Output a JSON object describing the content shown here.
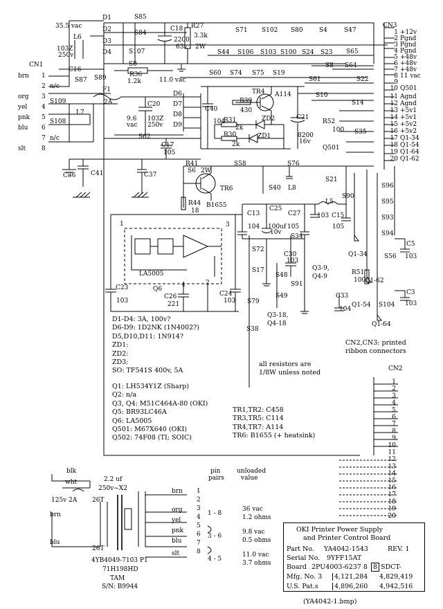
{
  "connectors": {
    "cn1": {
      "name": "CN1",
      "pins": [
        {
          "n": "1",
          "wire": "brn"
        },
        {
          "n": "2",
          "wire": "n/c"
        },
        {
          "n": "3",
          "wire": "org"
        },
        {
          "n": "4",
          "wire": "yel"
        },
        {
          "n": "5",
          "wire": "pnk"
        },
        {
          "n": "6",
          "wire": "blu"
        },
        {
          "n": "7",
          "wire": "n/c"
        },
        {
          "n": "8",
          "wire": "slt"
        }
      ]
    },
    "cn3": {
      "name": "CN3",
      "pins": [
        {
          "n": "1",
          "sig": "+12v"
        },
        {
          "n": "2",
          "sig": "Pgnd"
        },
        {
          "n": "3",
          "sig": "Pgnd"
        },
        {
          "n": "4",
          "sig": "Pgnd"
        },
        {
          "n": "5",
          "sig": "+48v"
        },
        {
          "n": "6",
          "sig": "+48v"
        },
        {
          "n": "7",
          "sig": "+48v"
        },
        {
          "n": "8",
          "sig": "11 vac"
        },
        {
          "n": "9",
          "sig": ""
        },
        {
          "n": "10",
          "sig": "Q501"
        },
        {
          "n": "11",
          "sig": "Agnd"
        },
        {
          "n": "12",
          "sig": "Agnd"
        },
        {
          "n": "13",
          "sig": "+5v1"
        },
        {
          "n": "14",
          "sig": "+5v1"
        },
        {
          "n": "15",
          "sig": "+5v2"
        },
        {
          "n": "16",
          "sig": "+5v2"
        },
        {
          "n": "17",
          "sig": "Q1-34"
        },
        {
          "n": "18",
          "sig": "Q1-54"
        },
        {
          "n": "19",
          "sig": "Q1-64"
        },
        {
          "n": "20",
          "sig": "Q1-62"
        }
      ]
    },
    "cn2": {
      "name": "CN2",
      "pins": [
        "1",
        "2",
        "3",
        "4",
        "5",
        "6",
        "7",
        "8",
        "9",
        "10",
        "11",
        "12",
        "13",
        "14",
        "15",
        "16",
        "17",
        "18",
        "19",
        "20"
      ]
    }
  },
  "labels": [
    {
      "id": "D1",
      "t": "D1"
    },
    {
      "id": "D2",
      "t": "D2"
    },
    {
      "id": "D3",
      "t": "D3"
    },
    {
      "id": "D4",
      "t": "D4"
    },
    {
      "id": "S85",
      "t": "S85"
    },
    {
      "id": "S84",
      "t": "S84"
    },
    {
      "id": "S107",
      "t": "S107"
    },
    {
      "id": "S0",
      "t": "S0"
    },
    {
      "id": "v355",
      "t": "35.5 vac"
    },
    {
      "id": "L6",
      "t": "L6"
    },
    {
      "id": "c1032",
      "t": "103Z"
    },
    {
      "id": "c250",
      "t": "250v"
    },
    {
      "id": "C16",
      "t": "C16"
    },
    {
      "id": "S87",
      "t": "S87"
    },
    {
      "id": "S89",
      "t": "S89"
    },
    {
      "id": "C18",
      "t": "C18"
    },
    {
      "id": "c2200",
      "t": "2200"
    },
    {
      "id": "c63",
      "t": "63v"
    },
    {
      "id": "R27",
      "t": "R27"
    },
    {
      "id": "r33",
      "t": "3.3k"
    },
    {
      "id": "r2w",
      "t": "2W"
    },
    {
      "id": "S71",
      "t": "S71"
    },
    {
      "id": "S102",
      "t": "S102"
    },
    {
      "id": "S80",
      "t": "S80"
    },
    {
      "id": "S4",
      "t": "S4"
    },
    {
      "id": "S47",
      "t": "S47"
    },
    {
      "id": "S44",
      "t": "S44"
    },
    {
      "id": "S106",
      "t": "S106"
    },
    {
      "id": "S103",
      "t": "S103"
    },
    {
      "id": "S100",
      "t": "S100"
    },
    {
      "id": "S24",
      "t": "S24"
    },
    {
      "id": "S23",
      "t": "S23"
    },
    {
      "id": "S65",
      "t": "S65"
    },
    {
      "id": "S8",
      "t": "S8"
    },
    {
      "id": "S64",
      "t": "S64"
    },
    {
      "id": "R36",
      "t": "R36"
    },
    {
      "id": "r12k",
      "t": "1.2k"
    },
    {
      "id": "v11",
      "t": "11.0 vac"
    },
    {
      "id": "S60",
      "t": "S60"
    },
    {
      "id": "S74",
      "t": "S74"
    },
    {
      "id": "S75",
      "t": "S75"
    },
    {
      "id": "S19",
      "t": "S19"
    },
    {
      "id": "S61",
      "t": "S61"
    },
    {
      "id": "S22",
      "t": "S22"
    },
    {
      "id": "S10",
      "t": "S10"
    },
    {
      "id": "S14",
      "t": "S14"
    },
    {
      "id": "F1",
      "t": "F1"
    },
    {
      "id": "f2a",
      "t": "2A"
    },
    {
      "id": "S109",
      "t": "S109"
    },
    {
      "id": "S108",
      "t": "S108"
    },
    {
      "id": "L7",
      "t": "L7"
    },
    {
      "id": "C20",
      "t": "C20"
    },
    {
      "id": "v96",
      "t": "9.6"
    },
    {
      "id": "vac",
      "t": "vac"
    },
    {
      "id": "c103Z",
      "t": "103Z"
    },
    {
      "id": "c250v",
      "t": "250v"
    },
    {
      "id": "D6",
      "t": "D6"
    },
    {
      "id": "D7",
      "t": "D7"
    },
    {
      "id": "D8",
      "t": "D8"
    },
    {
      "id": "D9",
      "t": "D9"
    },
    {
      "id": "C40",
      "t": "C40"
    },
    {
      "id": "c104",
      "t": "104"
    },
    {
      "id": "TR4",
      "t": "TR4"
    },
    {
      "id": "A114",
      "t": "A114"
    },
    {
      "id": "R39",
      "t": "R39"
    },
    {
      "id": "r430",
      "t": "430"
    },
    {
      "id": "R31",
      "t": "R31"
    },
    {
      "id": "r2k",
      "t": "2k"
    },
    {
      "id": "ZD2",
      "t": "ZD2"
    },
    {
      "id": "R30",
      "t": "R30"
    },
    {
      "id": "r2k2",
      "t": "2k"
    },
    {
      "id": "ZD1",
      "t": "ZD1"
    },
    {
      "id": "C21",
      "t": "C21"
    },
    {
      "id": "c8200",
      "t": "8200"
    },
    {
      "id": "c16v",
      "t": "16v"
    },
    {
      "id": "S62",
      "t": "S62"
    },
    {
      "id": "C17",
      "t": "C17"
    },
    {
      "id": "c105",
      "t": "105"
    },
    {
      "id": "R52",
      "t": "R52"
    },
    {
      "id": "r100",
      "t": "100"
    },
    {
      "id": "Q501",
      "t": "Q501"
    },
    {
      "id": "S35",
      "t": "S35"
    },
    {
      "id": "C36",
      "t": "C36"
    },
    {
      "id": "C41",
      "t": "C41"
    },
    {
      "id": "C37",
      "t": "C37"
    },
    {
      "id": "R41",
      "t": "R41"
    },
    {
      "id": "S6",
      "t": "S6"
    },
    {
      "id": "r2W",
      "t": "2W"
    },
    {
      "id": "S58",
      "t": "S58"
    },
    {
      "id": "S76",
      "t": "S76"
    },
    {
      "id": "TR6",
      "t": "TR6"
    },
    {
      "id": "R44",
      "t": "R44"
    },
    {
      "id": "r18",
      "t": "18"
    },
    {
      "id": "B1655",
      "t": "B1655"
    },
    {
      "id": "S40",
      "t": "S40"
    },
    {
      "id": "L8",
      "t": "L8"
    },
    {
      "id": "S21",
      "t": "S21"
    },
    {
      "id": "C13",
      "t": "C13"
    },
    {
      "id": "C25",
      "t": "C25"
    },
    {
      "id": "C27",
      "t": "C27"
    },
    {
      "id": "c104b",
      "t": "104"
    },
    {
      "id": "c100uf",
      "t": "100uf"
    },
    {
      "id": "c10v",
      "t": "10v"
    },
    {
      "id": "c105b",
      "t": "105"
    },
    {
      "id": "L5",
      "t": "L5"
    },
    {
      "id": "c103a",
      "t": "103"
    },
    {
      "id": "C15",
      "t": "C15"
    },
    {
      "id": "c105c",
      "t": "105"
    },
    {
      "id": "S90",
      "t": "S90"
    },
    {
      "id": "S96",
      "t": "S96"
    },
    {
      "id": "S95",
      "t": "S95"
    },
    {
      "id": "S93",
      "t": "S93"
    },
    {
      "id": "S94",
      "t": "S94"
    },
    {
      "id": "S34",
      "t": "S34"
    },
    {
      "id": "S72",
      "t": "S72"
    },
    {
      "id": "S17",
      "t": "S17"
    },
    {
      "id": "C30",
      "t": "C30"
    },
    {
      "id": "c103b",
      "t": "103"
    },
    {
      "id": "S48",
      "t": "S48"
    },
    {
      "id": "S91",
      "t": "S91"
    },
    {
      "id": "S49",
      "t": "S49"
    },
    {
      "id": "Q39",
      "t": "Q3-9,"
    },
    {
      "id": "Q49",
      "t": "Q4-9"
    },
    {
      "id": "Q318",
      "t": "Q3-18,"
    },
    {
      "id": "Q418",
      "t": "Q4-18"
    },
    {
      "id": "Q134",
      "t": "Q1-34"
    },
    {
      "id": "C5",
      "t": "C5"
    },
    {
      "id": "S56",
      "t": "S56"
    },
    {
      "id": "c103c",
      "t": "103"
    },
    {
      "id": "R51",
      "t": "R51"
    },
    {
      "id": "r100b",
      "t": "100"
    },
    {
      "id": "Q162",
      "t": "Q1-62"
    },
    {
      "id": "C33",
      "t": "C33"
    },
    {
      "id": "c104c",
      "t": "104"
    },
    {
      "id": "Q154",
      "t": "Q1-54"
    },
    {
      "id": "S104",
      "t": "S104"
    },
    {
      "id": "C3",
      "t": "C3"
    },
    {
      "id": "c103d",
      "t": "103"
    },
    {
      "id": "Q164",
      "t": "Q1-64"
    },
    {
      "id": "LA5005",
      "t": "LA5005"
    },
    {
      "id": "Q6",
      "t": "Q6"
    },
    {
      "id": "C23",
      "t": "C23"
    },
    {
      "id": "c103e",
      "t": "103"
    },
    {
      "id": "C26",
      "t": "C26"
    },
    {
      "id": "c221",
      "t": "221"
    },
    {
      "id": "C24",
      "t": "C24"
    },
    {
      "id": "c103f",
      "t": "103"
    },
    {
      "id": "S79",
      "t": "S79"
    },
    {
      "id": "S38",
      "t": "S38"
    },
    {
      "id": "p1",
      "t": "1"
    },
    {
      "id": "p2",
      "t": "2"
    },
    {
      "id": "p3",
      "t": "3"
    },
    {
      "id": "p4",
      "t": "4"
    }
  ],
  "parts_notes": [
    "D1-D4:  3A, 100v?",
    "D6-D9:  1D2NK (1N4002?)",
    "D5,D10,D11:  1N914?",
    "ZD1:",
    "ZD2:",
    "ZD3:",
    "SO:  TF541S 400v, 5A"
  ],
  "ic_notes": [
    "Q1:  LH534Y1Z (Sharp)",
    "Q2:  n/a",
    "Q3, Q4:  M51C464A-80 (OKI)",
    "Q5:  BR93LC46A",
    "Q6:  LA5005",
    "Q501:  M67X640 (OKI)",
    "Q502:  74F08 (TI; SOIC)"
  ],
  "tr_notes": [
    "TR1,TR2:  C458",
    "TR3,TR5:  C114",
    "TR4,TR7:  A114",
    "TR6:  B1655  (+ heatsink)"
  ],
  "resistor_note": [
    "all resistors are",
    "1/8W unless noted"
  ],
  "printed_note": [
    "CN2,CN3:  printed",
    "ribbon connectors"
  ],
  "transformer": {
    "blk": "blk",
    "wht": "wht",
    "fuse": "125v 2A",
    "cap1": "2.2 uf",
    "cap2": "250v~X2",
    "coil": "26T",
    "brn": "brn",
    "blu": "blu",
    "part": "4YB4049-7103  P1",
    "code": "71H198HD",
    "mfr": "TAM",
    "sn": "S/N:  B9944",
    "pin_head": [
      "pin",
      "pairs"
    ],
    "val_head": [
      "unloaded",
      "value"
    ],
    "pairs": [
      {
        "p": "1 - 8",
        "v1": "36 vac",
        "v2": "1.2 ohms"
      },
      {
        "p": "3 - 6",
        "v1": "9.8 vac",
        "v2": "0.5 ohms"
      },
      {
        "p": "4 - 5",
        "v1": "11.0 vac",
        "v2": "3.7 ohms"
      }
    ],
    "wires": [
      "brn",
      "org",
      "yel",
      "pnk",
      "blu",
      "slt"
    ],
    "pins": [
      "1",
      "2",
      "3",
      "4",
      "5",
      "6",
      "7",
      "8"
    ]
  },
  "title_block": {
    "line1": "OKI   Printer Power Supply",
    "line2": "and Printer Control Board",
    "part_label": "Part No.",
    "part": "YA4042-1543",
    "rev": "REV. 1",
    "serial_label": "Serial No.",
    "serial": "9YFF15AT",
    "board_label": "Board",
    "board": "2PU4003-6237  8",
    "board_box": "8",
    "board_tail": "SDCT-",
    "mfg_label": "Mfg. No. 3",
    "mfg": "4,121,284",
    "mfg2": "4,829,419",
    "pat_label": "U.S.  Pat.s",
    "pat": "4,896,260",
    "pat2": "4,942,516"
  },
  "filename": "(YA4042-1.bmp)"
}
